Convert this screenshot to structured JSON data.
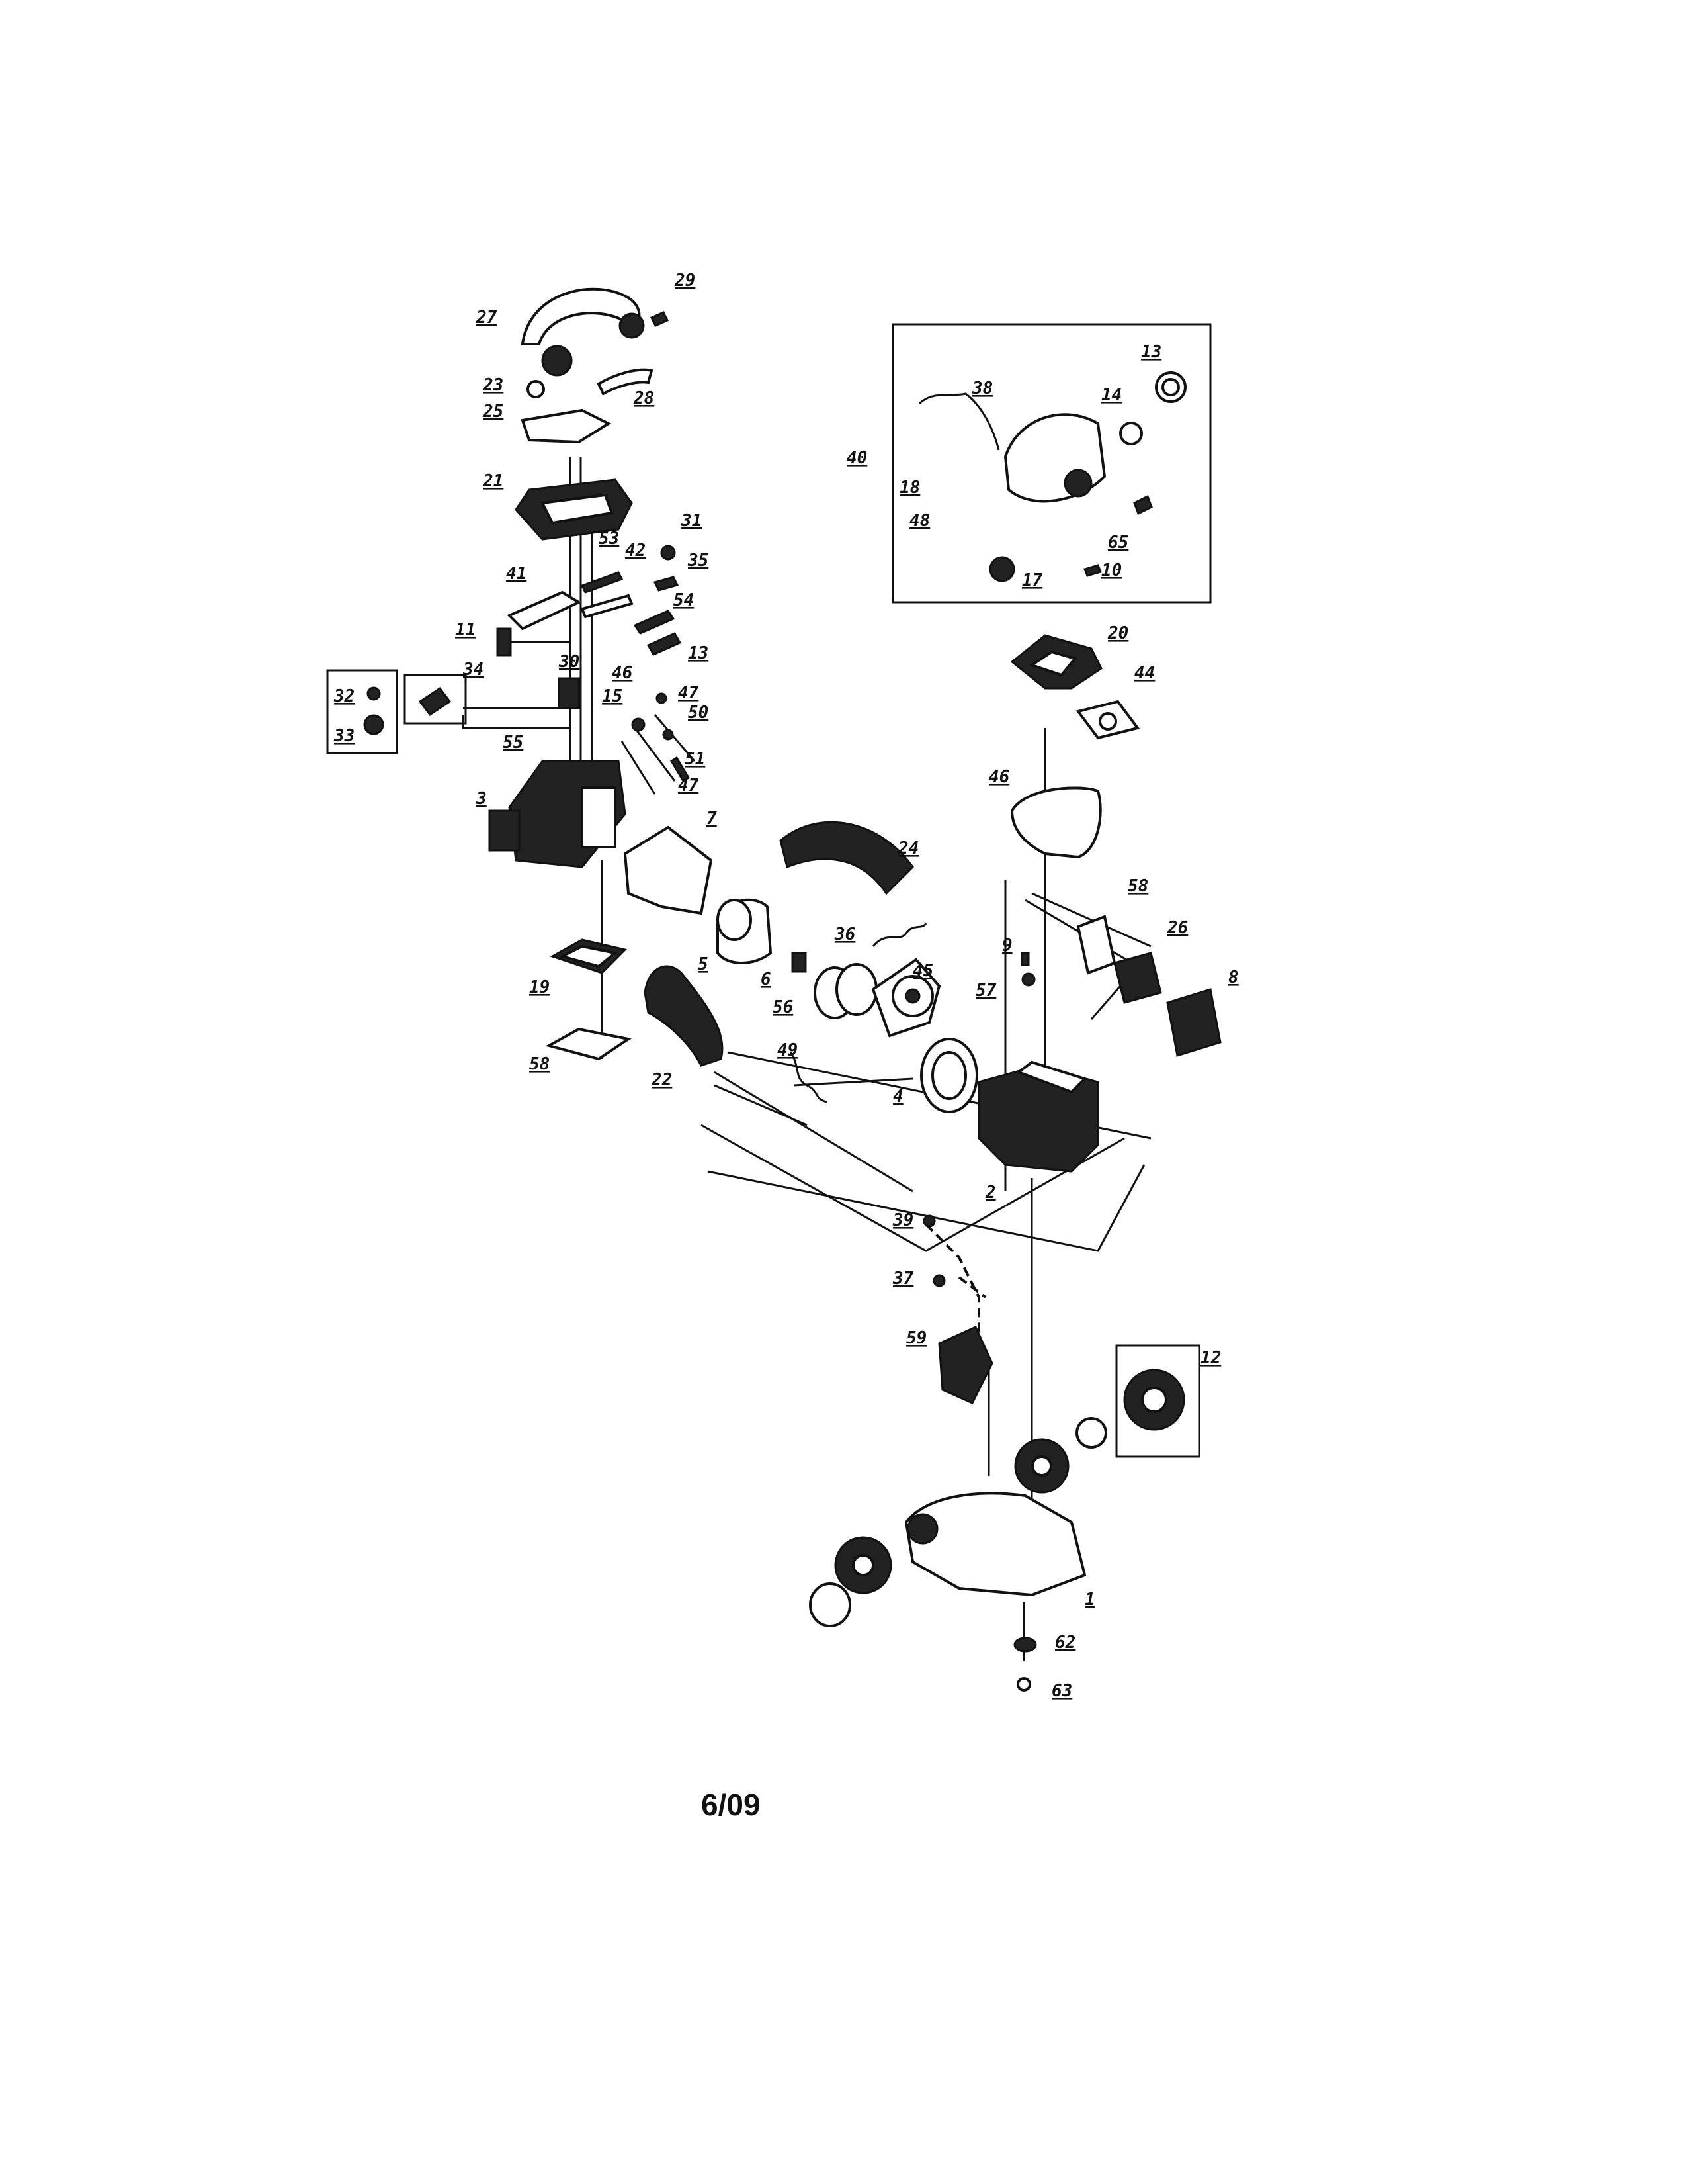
{
  "diagram": {
    "callouts": [
      {
        "id": "c29",
        "label": "29"
      },
      {
        "id": "c27",
        "label": "27"
      },
      {
        "id": "c28",
        "label": "28"
      },
      {
        "id": "c23",
        "label": "23"
      },
      {
        "id": "c25",
        "label": "25"
      },
      {
        "id": "c21",
        "label": "21"
      },
      {
        "id": "c53",
        "label": "53"
      },
      {
        "id": "c42",
        "label": "42"
      },
      {
        "id": "c41",
        "label": "41"
      },
      {
        "id": "c31",
        "label": "31"
      },
      {
        "id": "c35",
        "label": "35"
      },
      {
        "id": "c54",
        "label": "54"
      },
      {
        "id": "c11",
        "label": "11"
      },
      {
        "id": "c13b",
        "label": "13"
      },
      {
        "id": "c30",
        "label": "30"
      },
      {
        "id": "c34",
        "label": "34"
      },
      {
        "id": "c32",
        "label": "32"
      },
      {
        "id": "c33",
        "label": "33"
      },
      {
        "id": "c46a",
        "label": "46"
      },
      {
        "id": "c47a",
        "label": "47"
      },
      {
        "id": "c15",
        "label": "15"
      },
      {
        "id": "c50",
        "label": "50"
      },
      {
        "id": "c55",
        "label": "55"
      },
      {
        "id": "c51",
        "label": "51"
      },
      {
        "id": "c47b",
        "label": "47"
      },
      {
        "id": "c3",
        "label": "3"
      },
      {
        "id": "c7",
        "label": "7"
      },
      {
        "id": "c24",
        "label": "24"
      },
      {
        "id": "c36",
        "label": "36"
      },
      {
        "id": "c5",
        "label": "5"
      },
      {
        "id": "c6",
        "label": "6"
      },
      {
        "id": "c56",
        "label": "56"
      },
      {
        "id": "c45",
        "label": "45"
      },
      {
        "id": "c19",
        "label": "19"
      },
      {
        "id": "c58a",
        "label": "58"
      },
      {
        "id": "c22",
        "label": "22"
      },
      {
        "id": "c49",
        "label": "49"
      },
      {
        "id": "c4",
        "label": "4"
      },
      {
        "id": "c9",
        "label": "9"
      },
      {
        "id": "c57",
        "label": "57"
      },
      {
        "id": "c2",
        "label": "2"
      },
      {
        "id": "c40",
        "label": "40"
      },
      {
        "id": "c38",
        "label": "38"
      },
      {
        "id": "c13a",
        "label": "13"
      },
      {
        "id": "c14",
        "label": "14"
      },
      {
        "id": "c18",
        "label": "18"
      },
      {
        "id": "c48",
        "label": "48"
      },
      {
        "id": "c65a",
        "label": "65"
      },
      {
        "id": "c10",
        "label": "10"
      },
      {
        "id": "c17",
        "label": "17"
      },
      {
        "id": "c20",
        "label": "20"
      },
      {
        "id": "c44",
        "label": "44"
      },
      {
        "id": "c46b",
        "label": "46"
      },
      {
        "id": "c58b",
        "label": "58"
      },
      {
        "id": "c26",
        "label": "26"
      },
      {
        "id": "c8",
        "label": "8"
      },
      {
        "id": "c39",
        "label": "39"
      },
      {
        "id": "c37",
        "label": "37"
      },
      {
        "id": "c59",
        "label": "59"
      },
      {
        "id": "c12",
        "label": "12"
      },
      {
        "id": "c1",
        "label": "1"
      },
      {
        "id": "c62",
        "label": "62"
      },
      {
        "id": "c63",
        "label": "63"
      }
    ]
  },
  "footer": {
    "page_code": "6/09"
  }
}
